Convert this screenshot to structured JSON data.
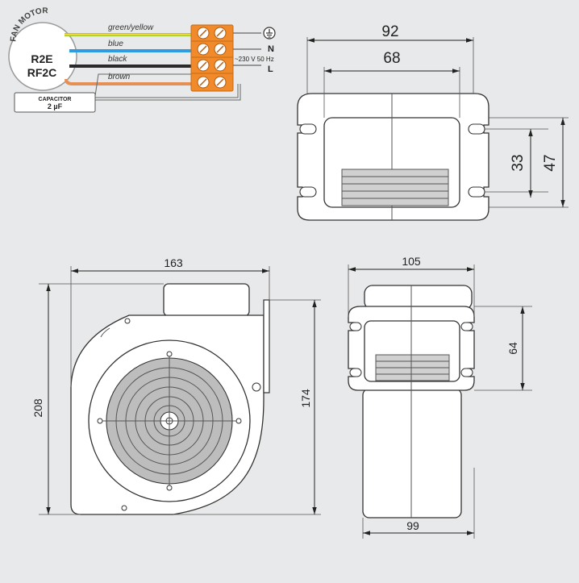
{
  "badge": {
    "ring_text": "FAN MOTOR",
    "model_1": "R2E",
    "model_2": "RF2C"
  },
  "wires": [
    {
      "label": "green/yellow",
      "color": "#a7c93a",
      "stripe": "#f0df3a"
    },
    {
      "label": "blue",
      "color": "#2f9be0"
    },
    {
      "label": "black",
      "color": "#2a2a2a"
    },
    {
      "label": "brown",
      "color": "#e58f55"
    }
  ],
  "terminals": {
    "ground_symbol": "⏚",
    "neutral": "N",
    "supply": "~230 V 50 Hz",
    "line": "L",
    "block_color": "#f08a2a"
  },
  "capacitor": {
    "title": "CAPACITOR",
    "value": "2 µF"
  },
  "dimensions": {
    "top_width_outer": "92",
    "top_width_inner": "68",
    "top_height_inner": "33",
    "top_height_outer": "47",
    "front_width": "163",
    "front_height_total": "208",
    "front_height_body": "174",
    "side_width_top": "105",
    "side_height": "64",
    "side_width_bottom": "99"
  },
  "colors": {
    "background": "#e8e9ea",
    "body": "#ffffff",
    "line": "#333333",
    "rotor": "#bdbdbd"
  }
}
